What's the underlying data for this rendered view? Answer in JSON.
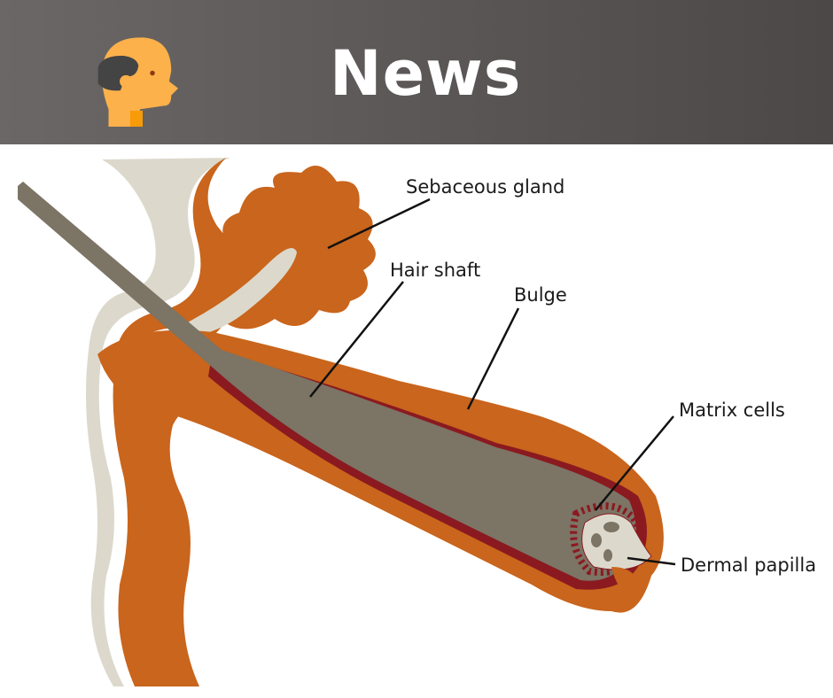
{
  "header": {
    "title": "News",
    "logo_icon": "head-profile-icon"
  },
  "diagram": {
    "labels": {
      "sebaceous_gland": "Sebaceous gland",
      "hair_shaft": "Hair shaft",
      "bulge": "Bulge",
      "matrix_cells": "Matrix cells",
      "dermal_papilla": "Dermal papilla"
    },
    "colors": {
      "tissue": "#c9651c",
      "outline": "#dcd9cc",
      "shaft": "#7c7465",
      "sheath": "#8a1a20"
    }
  }
}
